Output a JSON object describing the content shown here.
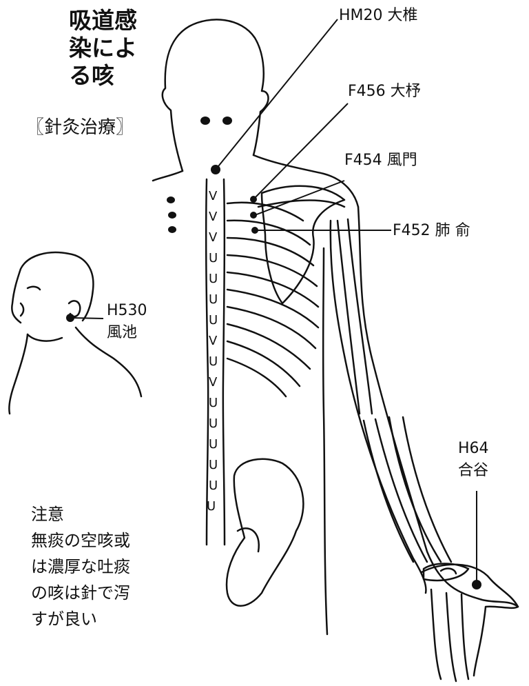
{
  "title_lines": [
    "吸道感",
    "染によ",
    "る咳"
  ],
  "subtitle": "〖針灸治療〗",
  "points": [
    {
      "label": "HM20 大椎"
    },
    {
      "label": "F456 大杼"
    },
    {
      "label": "F454 風門"
    },
    {
      "label": "F452 肺 俞"
    },
    {
      "label": "H530",
      "label2": "風池"
    },
    {
      "label": "H64",
      "label2": "合谷"
    }
  ],
  "note_lines": [
    "注意",
    "無痰の空咳或",
    "は濃厚な吐痰",
    "の咳は針で泻",
    "すが良い"
  ]
}
